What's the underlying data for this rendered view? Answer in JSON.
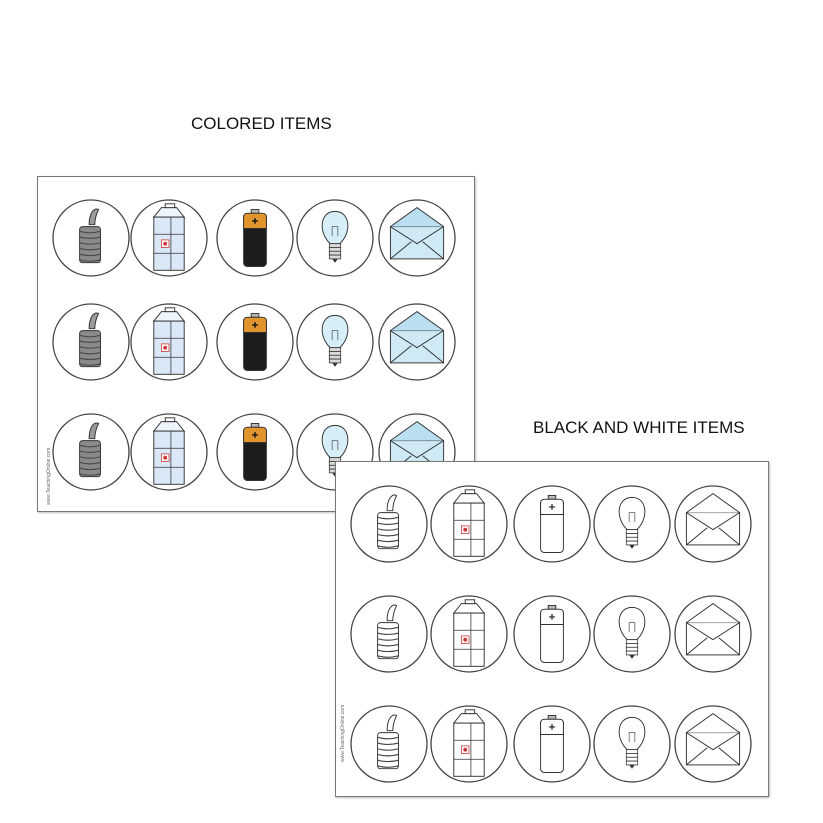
{
  "headings": {
    "colored": "COLORED ITEMS",
    "bw": "BLACK AND WHITE ITEMS"
  },
  "sheets": {
    "colored": {
      "watermark": "www.TeachingOnline.com",
      "rows": 3,
      "items": [
        "can-icon",
        "milk-carton-icon",
        "battery-icon",
        "light-bulb-icon",
        "envelope-icon"
      ],
      "style": "colored"
    },
    "bw": {
      "watermark": "www.TeachingOnline.com",
      "rows": 3,
      "items": [
        "can-icon",
        "milk-carton-icon",
        "battery-icon",
        "light-bulb-icon",
        "envelope-icon"
      ],
      "style": "bw"
    }
  },
  "colors": {
    "can": "#8a8a8a",
    "carton": "#dbe8f7",
    "battery_top": "#e3952d",
    "battery_body": "#1c1c1c",
    "bulb": "#d6eef8",
    "envelope": "#cfe9f5"
  }
}
